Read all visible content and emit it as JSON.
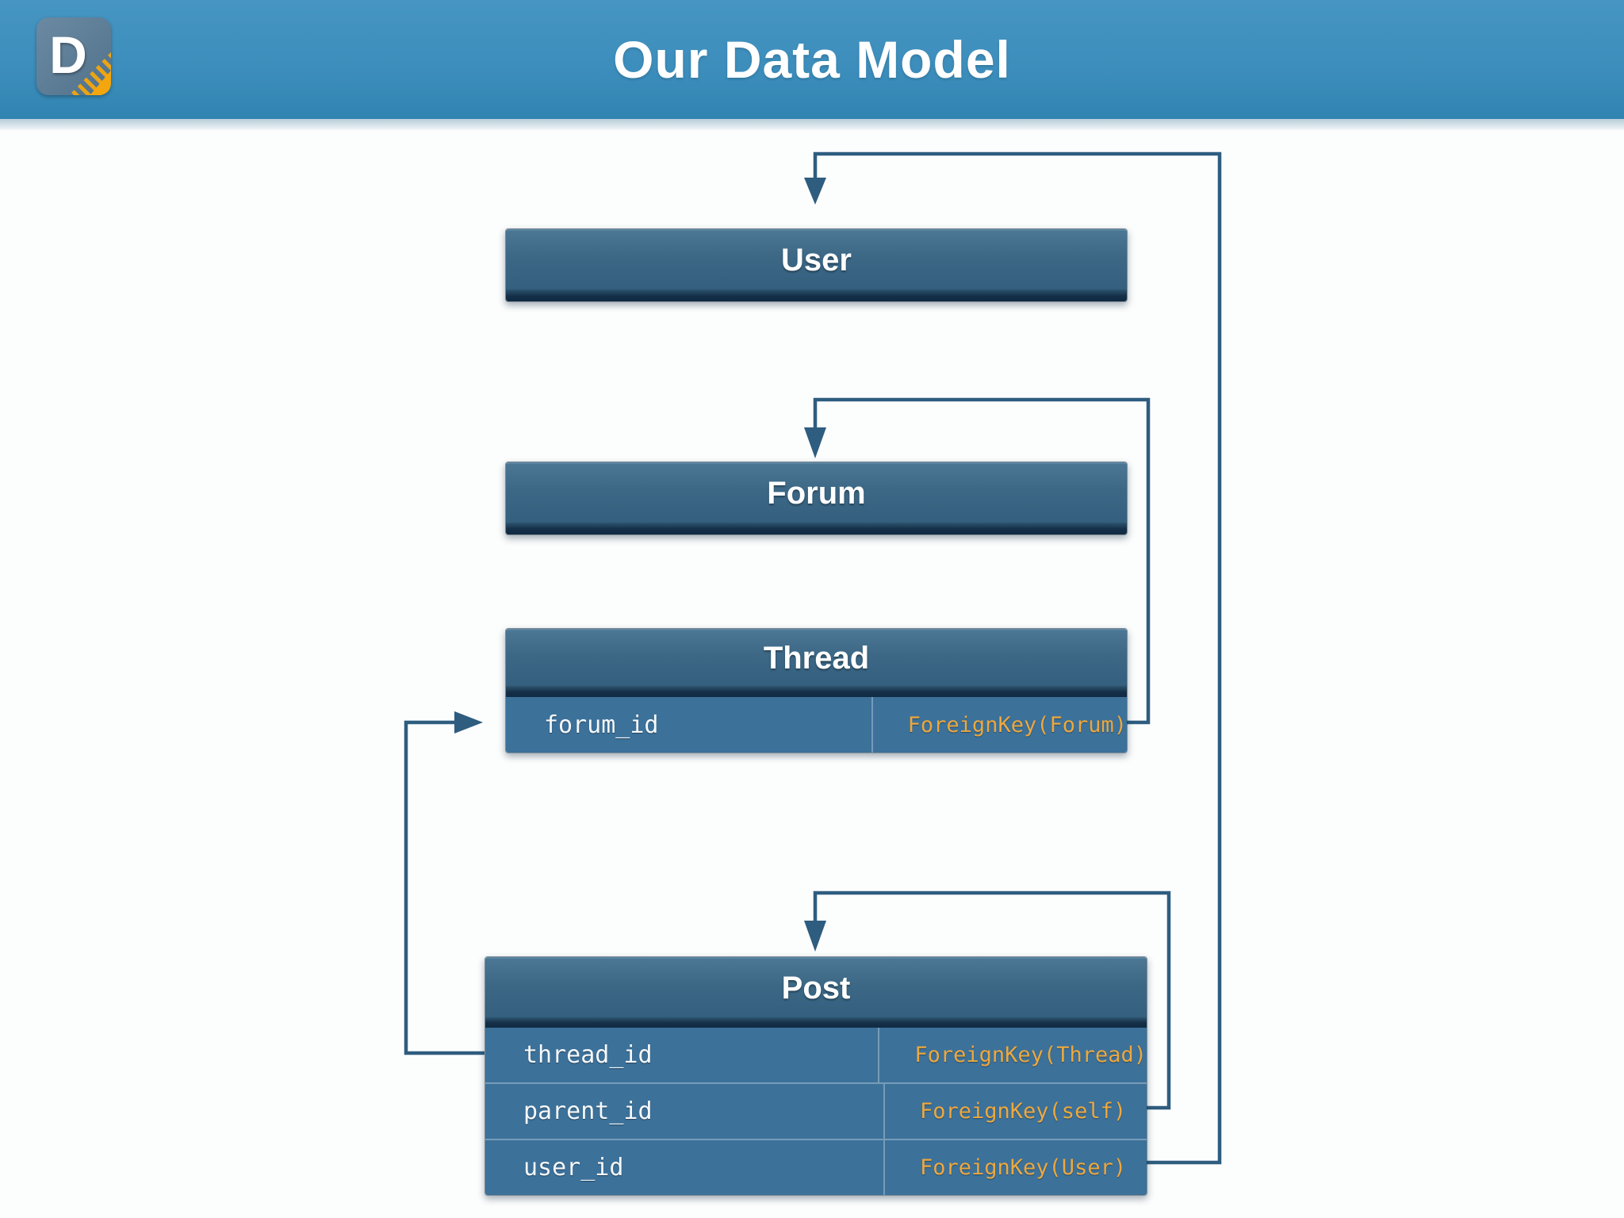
{
  "slide": {
    "title": "Our Data Model",
    "logo_letter": "D"
  },
  "colors": {
    "header_blue": "#3d8ebc",
    "table_header_blue": "#3c6886",
    "table_row_blue": "#3c719a",
    "table_divider_navy": "#142f47",
    "foreign_key_orange": "#eca83f",
    "arrow_blue": "#2e5d7f",
    "logo_badge_blue_gray": "#5d7d96",
    "logo_accent_orange": "#f3a60d",
    "canvas_background": "#fcfdfd"
  },
  "diagram": {
    "tables": [
      {
        "name": "User",
        "fields": []
      },
      {
        "name": "Forum",
        "fields": []
      },
      {
        "name": "Thread",
        "fields": [
          {
            "name": "forum_id",
            "type": "ForeignKey(Forum)"
          }
        ]
      },
      {
        "name": "Post",
        "fields": [
          {
            "name": "thread_id",
            "type": "ForeignKey(Thread)"
          },
          {
            "name": "parent_id",
            "type": "ForeignKey(self)"
          },
          {
            "name": "user_id",
            "type": "ForeignKey(User)"
          }
        ]
      }
    ],
    "relations": [
      {
        "from": "Thread.forum_id",
        "to": "Forum"
      },
      {
        "from": "Post.thread_id",
        "to": "Thread"
      },
      {
        "from": "Post.parent_id",
        "to": "Post (self)"
      },
      {
        "from": "Post.user_id",
        "to": "User"
      }
    ]
  }
}
